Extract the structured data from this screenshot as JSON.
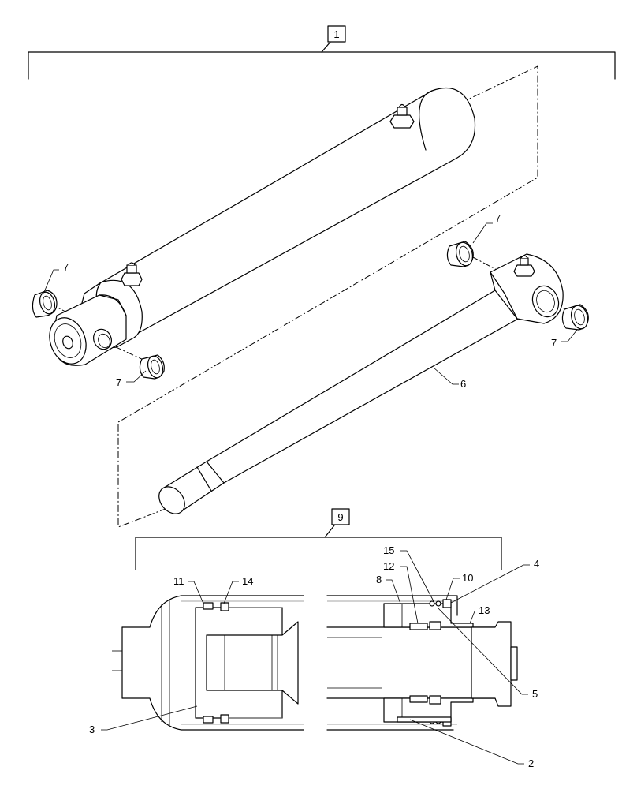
{
  "callouts": {
    "assembly": "1",
    "seal_kit": "9",
    "bushing_a": "7",
    "bushing_b": "7",
    "bushing_c": "7",
    "bushing_d": "7",
    "rod": "6",
    "p2": "2",
    "p3": "3",
    "p4": "4",
    "p5": "5",
    "p8": "8",
    "p10": "10",
    "p11": "11",
    "p12": "12",
    "p13": "13",
    "p14": "14",
    "p15": "15"
  }
}
